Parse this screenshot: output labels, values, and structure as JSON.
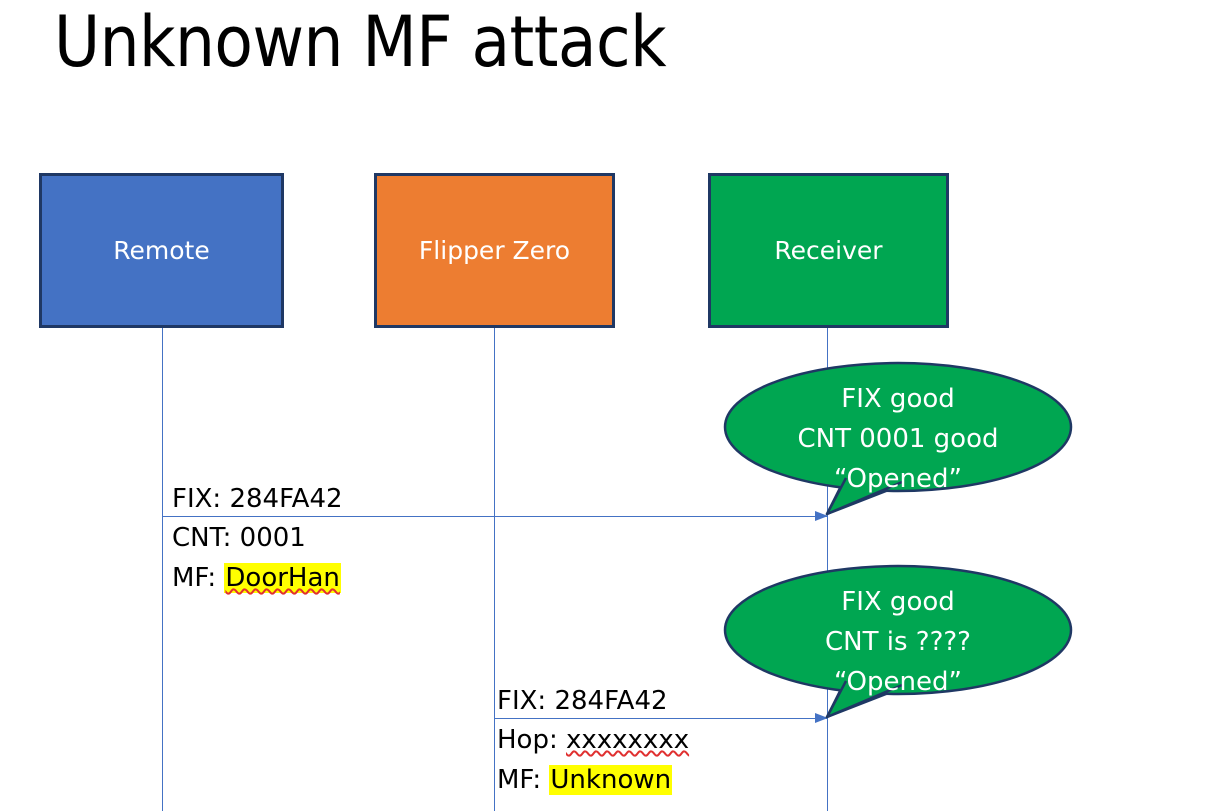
{
  "slide": {
    "title": "Unknown MF attack",
    "background_color": "#FFFFFF"
  },
  "colors": {
    "remote_fill": "#4472C4",
    "flipper_fill": "#ED7D31",
    "receiver_fill": "#00A651",
    "box_border": "#1F3864",
    "lifeline": "#4472C4",
    "arrow": "#4472C4",
    "highlight": "#FFFF00",
    "spellcheck_underline": "#E03030",
    "bubble_fill": "#00A651",
    "bubble_border": "#1F3864"
  },
  "actors": [
    {
      "id": "remote",
      "label": "Remote"
    },
    {
      "id": "flipper",
      "label": "Flipper Zero"
    },
    {
      "id": "receiver",
      "label": "Receiver"
    }
  ],
  "messages": [
    {
      "id": "msg-remote-to-receiver",
      "from": "remote",
      "to": "receiver",
      "line1": "FIX: 284FA42",
      "line2_prefix": "CNT: ",
      "line2_value": "0001",
      "line3_prefix": "MF: ",
      "line3_value": "DoorHan",
      "line3_highlighted": true,
      "line3_spellchecked": true
    },
    {
      "id": "msg-flipper-to-receiver",
      "from": "flipper",
      "to": "receiver",
      "line1": "FIX: 284FA42",
      "line2_prefix": "Hop: ",
      "line2_value": "xxxxxxxx",
      "line2_spellchecked": true,
      "line3_prefix": "MF: ",
      "line3_value": "Unknown",
      "line3_highlighted": true,
      "line3_spellchecked": false
    }
  ],
  "bubbles": [
    {
      "id": "bubble-receiver-1",
      "anchor": "receiver",
      "line1": "FIX good",
      "line2": "CNT 0001 good",
      "line3": "“Opened”"
    },
    {
      "id": "bubble-receiver-2",
      "anchor": "receiver",
      "line1": "FIX good",
      "line2": "CNT is ????",
      "line3": "“Opened”"
    }
  ]
}
